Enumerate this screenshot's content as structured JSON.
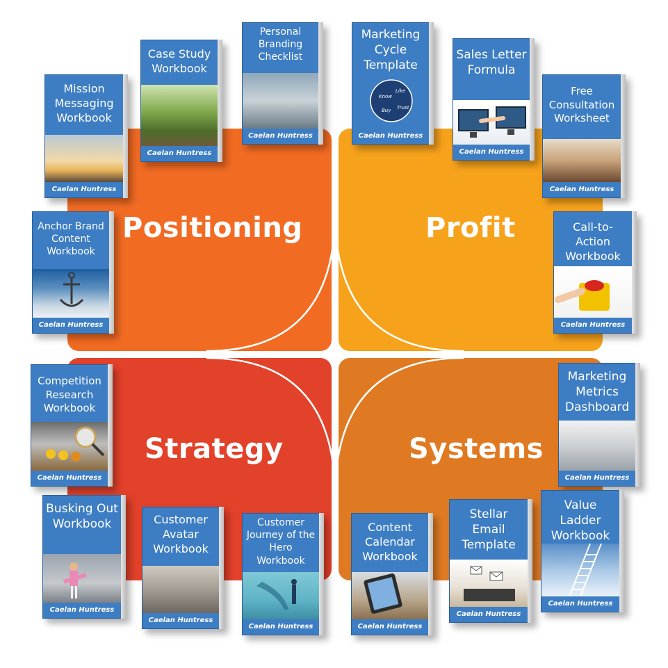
{
  "quadrants": {
    "positioning": {
      "label": "Positioning",
      "color": "#f26b23"
    },
    "profit": {
      "label": "Profit",
      "color": "#f7a21b"
    },
    "strategy": {
      "label": "Strategy",
      "color": "#e2412a"
    },
    "systems": {
      "label": "Systems",
      "color": "#e07a22"
    }
  },
  "books": [
    {
      "title": "Mission Messaging Workbook",
      "author": "Caelan Huntress",
      "art": "sunset"
    },
    {
      "title": "Case Study Workbook",
      "author": "Caelan Huntress",
      "art": "tree"
    },
    {
      "title": "Personal Branding Checklist",
      "author": "Caelan Huntress",
      "art": "hands"
    },
    {
      "title": "Marketing Cycle Template",
      "author": "Caelan Huntress",
      "art": "cycle"
    },
    {
      "title": "Sales Letter Formula",
      "author": "Caelan Huntress",
      "art": "screens"
    },
    {
      "title": "Free Consultation Worksheet",
      "author": "Caelan Huntress",
      "art": "coffee"
    },
    {
      "title": "Anchor Brand Content Workbook",
      "author": "Caelan Huntress",
      "art": "anchor"
    },
    {
      "title": "Call-to-Action Workbook",
      "author": "Caelan Huntress",
      "art": "button"
    },
    {
      "title": "Competition Research Workbook",
      "author": "Caelan Huntress",
      "art": "magnify"
    },
    {
      "title": "Marketing Metrics Dashboard",
      "author": "Caelan Huntress",
      "art": "laptop"
    },
    {
      "title": "Busking Out Workbook",
      "author": "Caelan Huntress",
      "art": "busker"
    },
    {
      "title": "Customer Avatar Workbook",
      "author": "Caelan Huntress",
      "art": "sculpt"
    },
    {
      "title": "Customer Journey of the Hero Workbook",
      "author": "Caelan Huntress",
      "art": "hero"
    },
    {
      "title": "Content Calendar Workbook",
      "author": "Caelan Huntress",
      "art": "tablet"
    },
    {
      "title": "Stellar Email Template",
      "author": "Caelan Huntress",
      "art": "email"
    },
    {
      "title": "Value Ladder Workbook",
      "author": "Caelan Huntress",
      "art": "ladder"
    }
  ],
  "cycle_words": [
    "Know",
    "Like",
    "Trust",
    "Buy"
  ]
}
